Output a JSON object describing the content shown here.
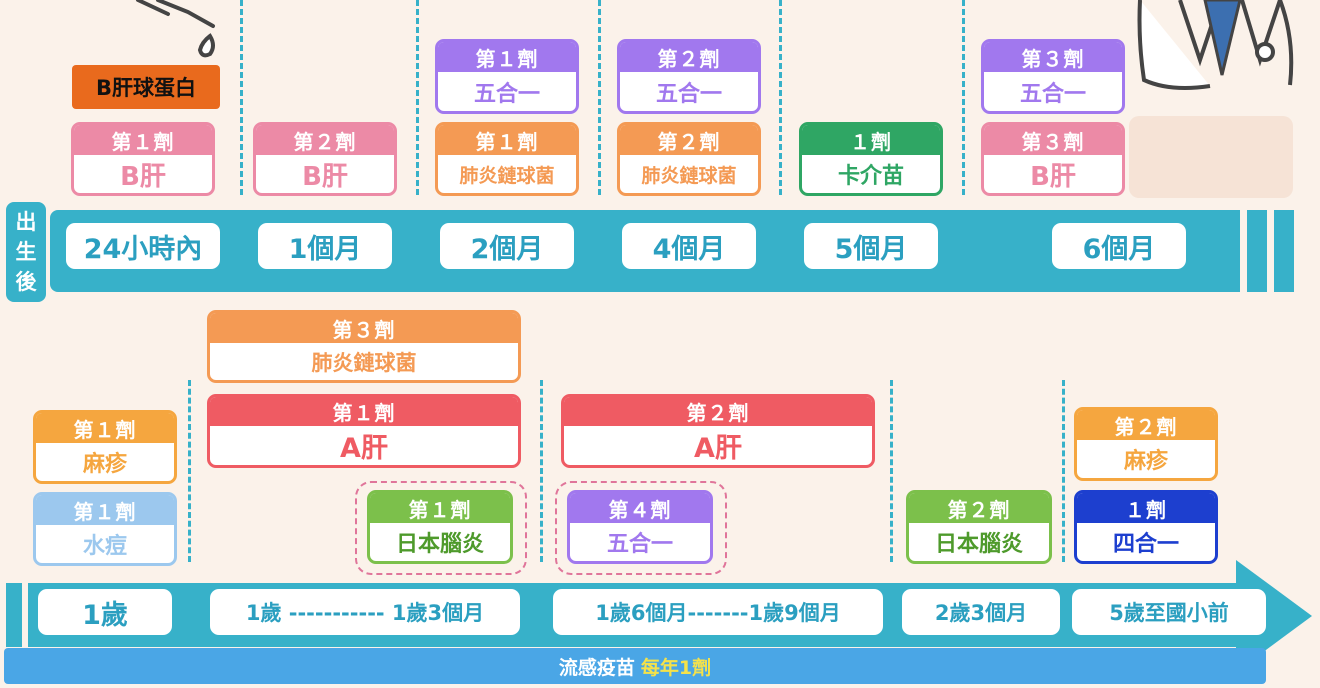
{
  "colors": {
    "background": "#fbf2ea",
    "timeline": "#37b1c9",
    "pink": "#ec8aa6",
    "purple": "#a178ee",
    "orange": "#f49a54",
    "green": "#2fa664",
    "red": "#ef5b63",
    "lime": "#7cc04b",
    "blue": "#9cc8ee",
    "amber": "#f5a63f",
    "navy": "#1d3fcf",
    "flu_bar": "#4aa6e6",
    "flu_highlight": "#f5e24a"
  },
  "side_label": [
    "出",
    "生",
    "後"
  ],
  "ig_tag": "B肝球蛋白",
  "top": {
    "times": [
      "24小時內",
      "1個月",
      "2個月",
      "4個月",
      "5個月",
      "6個月"
    ],
    "cards": [
      {
        "header": "第１劑",
        "body": "B肝",
        "color": "pink"
      },
      {
        "header": "第２劑",
        "body": "B肝",
        "color": "pink"
      },
      {
        "header": "第１劑",
        "body": "五合一",
        "color": "purple"
      },
      {
        "header": "第１劑",
        "body": "肺炎鏈球菌",
        "color": "orange"
      },
      {
        "header": "第２劑",
        "body": "五合一",
        "color": "purple"
      },
      {
        "header": "第２劑",
        "body": "肺炎鏈球菌",
        "color": "orange"
      },
      {
        "header": "１劑",
        "body": "卡介苗",
        "color": "green"
      },
      {
        "header": "第３劑",
        "body": "五合一",
        "color": "purple"
      },
      {
        "header": "第３劑",
        "body": "B肝",
        "color": "pink"
      }
    ]
  },
  "bottom": {
    "times": [
      "1歲",
      "1歲 ----------- 1歲3個月",
      "1歲6個月-------1歲9個月",
      "2歲3個月",
      "5歲至國小前"
    ],
    "cards": [
      {
        "header": "第３劑",
        "body": "肺炎鏈球菌",
        "color": "orange"
      },
      {
        "header": "第１劑",
        "body": "A肝",
        "color": "red"
      },
      {
        "header": "第２劑",
        "body": "A肝",
        "color": "red"
      },
      {
        "header": "第１劑",
        "body": "麻疹",
        "color": "amber"
      },
      {
        "header": "第１劑",
        "body": "水痘",
        "color": "blue"
      },
      {
        "header": "第１劑",
        "body": "日本腦炎",
        "color": "lime"
      },
      {
        "header": "第４劑",
        "body": "五合一",
        "color": "purple"
      },
      {
        "header": "第２劑",
        "body": "日本腦炎",
        "color": "lime"
      },
      {
        "header": "第２劑",
        "body": "麻疹",
        "color": "amber"
      },
      {
        "header": "１劑",
        "body": "四合一",
        "color": "navy"
      }
    ]
  },
  "flu": {
    "prefix": "流感疫苗",
    "highlight": "每年1劑"
  }
}
